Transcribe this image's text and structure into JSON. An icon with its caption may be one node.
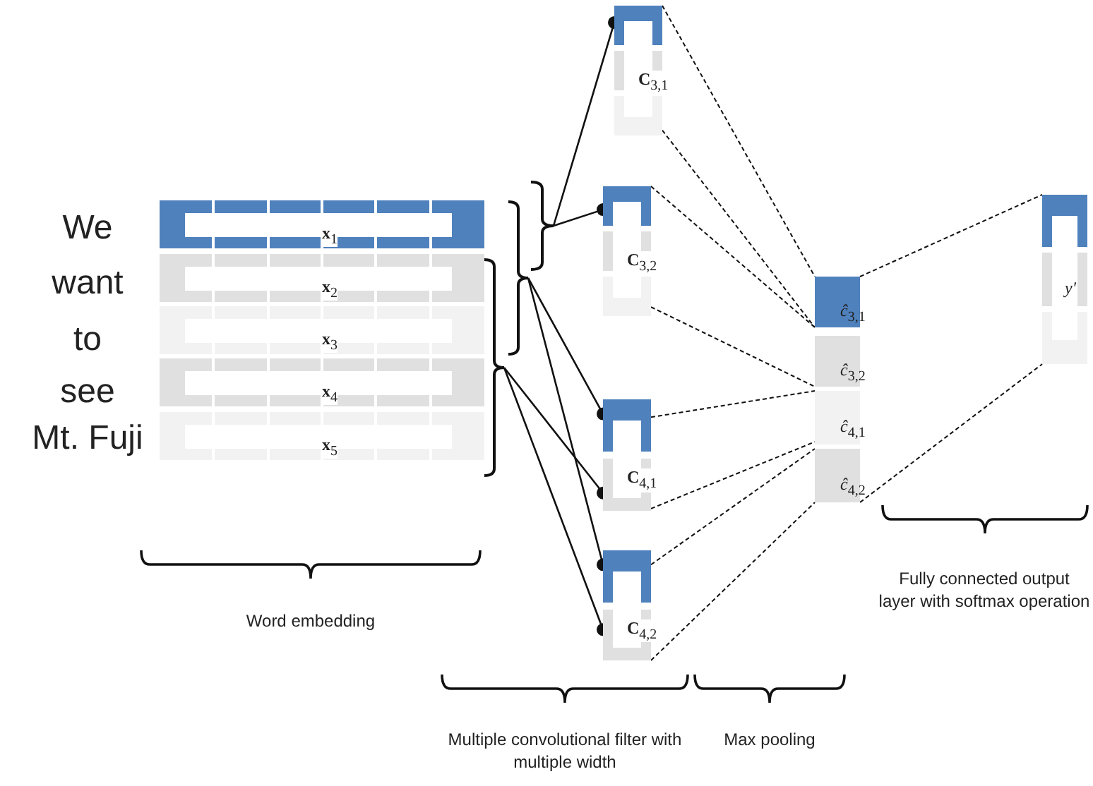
{
  "diagram": {
    "nodes": [
      {
        "text": [
          "**x**$_{1}$"
        ]
      },
      {
        "text": [
          "**x**$_{2}$"
        ]
      },
      {
        "text": [
          "**x**$_{3}$"
        ]
      },
      {
        "text": [
          "**x**$_{4}$"
        ]
      },
      {
        "text": [
          "**x**$_{5}$"
        ]
      },
      {
        "text": [],
        "shape": "bracket"
      },
      {
        "text": [],
        "shape": "bracket"
      },
      {
        "text": [],
        "shape": "bracket"
      },
      {
        "text": [
          "**C**$_{3,1}$"
        ]
      },
      {
        "text": [
          "**C**$_{3,2}$"
        ]
      },
      {
        "text": [
          "**C**$_{4,1}$"
        ]
      },
      {
        "text": [
          "**C**$_{4,2}$"
        ]
      },
      {
        "text": [
          "*ĉ*$_{3,1}$"
        ]
      },
      {
        "text": [
          "*ĉ*$_{3,2}$"
        ]
      },
      {
        "text": [
          "*ĉ*$_{4,1}$"
        ]
      },
      {
        "text": [
          "*ĉ*$_{4,2}$"
        ]
      },
      {
        "text": [
          "y'"
        ]
      }
    ],
    "edges": [
      {
        "from": 5,
        "to": 8,
        "arrow": "other"
      },
      {
        "from": 5,
        "to": 9,
        "arrow": "other"
      },
      {
        "from": 7,
        "to": 10,
        "arrow": "other"
      },
      {
        "from": 6,
        "to": 10,
        "arrow": "other"
      },
      {
        "from": 7,
        "to": 11,
        "arrow": "other"
      },
      {
        "from": 6,
        "to": 11,
        "arrow": "other"
      },
      {
        "from": 8,
        "to": 12,
        "arrow": "none",
        "style": "dashed"
      },
      {
        "from": 8,
        "to": 12,
        "arrow": "none",
        "style": "dashed"
      },
      {
        "from": 9,
        "to": 12,
        "arrow": "none",
        "style": "dashed"
      },
      {
        "from": 9,
        "to": 13,
        "arrow": "none",
        "style": "dashed"
      },
      {
        "from": 10,
        "to": 14,
        "arrow": "none",
        "style": "dashed"
      },
      {
        "from": 10,
        "to": 14,
        "arrow": "none",
        "style": "dashed"
      },
      {
        "from": 11,
        "to": 15,
        "arrow": "none",
        "style": "dashed"
      },
      {
        "from": 11,
        "to": 15,
        "arrow": "none",
        "style": "dashed"
      },
      {
        "from": 12,
        "to": 16,
        "arrow": "none",
        "style": "dashed"
      },
      {
        "from": 15,
        "to": 16,
        "arrow": "none",
        "style": "dashed"
      }
    ],
    "labels": [
      "We",
      "want",
      "to",
      "see",
      "Mt. Fuji",
      "Fully connected output layer with softmax operation",
      "Word embedding",
      "Multiple convolutional filter with multiple width",
      "Max pooling"
    ]
  }
}
